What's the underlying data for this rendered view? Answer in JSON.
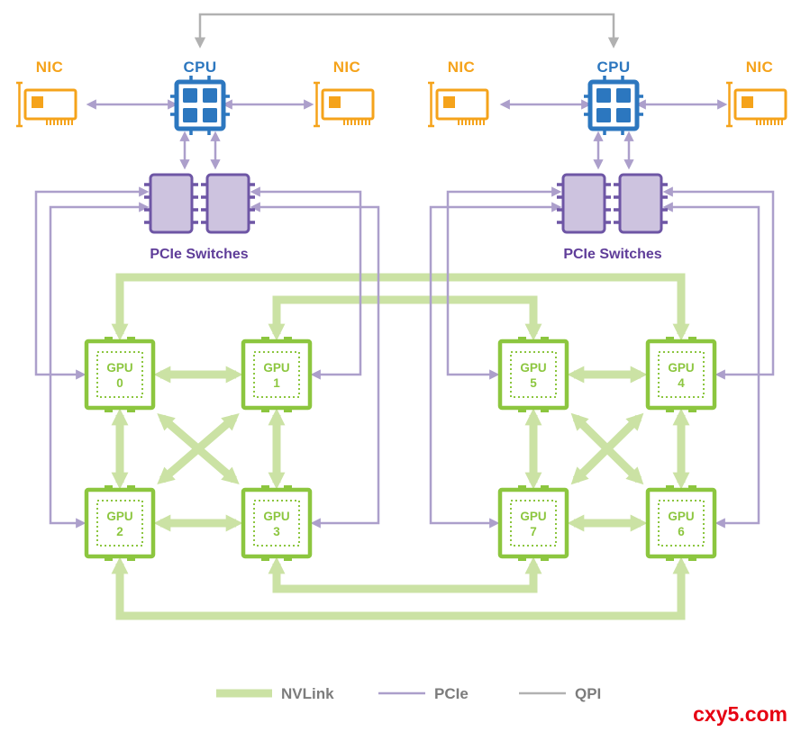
{
  "diagram": {
    "background": "#FFFFFF",
    "nodes": {
      "nics": [
        {
          "label": "NIC"
        },
        {
          "label": "NIC"
        },
        {
          "label": "NIC"
        },
        {
          "label": "NIC"
        }
      ],
      "cpus": [
        {
          "label": "CPU"
        },
        {
          "label": "CPU"
        }
      ],
      "switch_groups": [
        {
          "label": "PCIe Switches",
          "chip_count": 2
        },
        {
          "label": "PCIe Switches",
          "chip_count": 2
        }
      ],
      "gpus": [
        {
          "label": "GPU",
          "number": "0"
        },
        {
          "label": "GPU",
          "number": "1"
        },
        {
          "label": "GPU",
          "number": "2"
        },
        {
          "label": "GPU",
          "number": "3"
        },
        {
          "label": "GPU",
          "number": "4"
        },
        {
          "label": "GPU",
          "number": "5"
        },
        {
          "label": "GPU",
          "number": "6"
        },
        {
          "label": "GPU",
          "number": "7"
        }
      ]
    },
    "connections": {
      "qpi": [
        "CPU0-CPU1"
      ],
      "pcie": [
        "CPU0-NIC0",
        "CPU0-NIC1",
        "CPU1-NIC2",
        "CPU1-NIC3",
        "CPU0-SWITCHES0",
        "CPU0-SWITCHES0",
        "CPU1-SWITCHES1",
        "CPU1-SWITCHES1",
        "SWITCHES0-GPU0",
        "SWITCHES0-GPU1",
        "SWITCHES0-GPU2",
        "SWITCHES0-GPU3",
        "SWITCHES1-GPU4",
        "SWITCHES1-GPU5",
        "SWITCHES1-GPU6",
        "SWITCHES1-GPU7"
      ],
      "nvlink": [
        "GPU0-GPU1",
        "GPU0-GPU2",
        "GPU0-GPU3",
        "GPU1-GPU2",
        "GPU1-GPU3",
        "GPU2-GPU3",
        "GPU4-GPU5",
        "GPU4-GPU6",
        "GPU4-GPU7",
        "GPU5-GPU6",
        "GPU5-GPU7",
        "GPU6-GPU7",
        "GPU0-GPU4",
        "GPU1-GPU5",
        "GPU2-GPU6",
        "GPU3-GPU7"
      ]
    },
    "legend": {
      "items": [
        {
          "label": "NVLink",
          "style": "thick-green"
        },
        {
          "label": "PCIe",
          "style": "thin-purple"
        },
        {
          "label": "QPI",
          "style": "thin-gray"
        }
      ]
    },
    "watermark": "cxy5.com",
    "colors": {
      "background": "#FFFFFF",
      "nic_orange": "#F5A31B",
      "cpu_blue": "#2C77BF",
      "pcie_purple": "#AC9FCB",
      "switch_fill": "#CDC3DF",
      "switch_border": "#6E56A5",
      "switch_label": "#5F3D99",
      "gpu_green": "#8CC63F",
      "nvlink_green": "#CBE2A4",
      "qpi_gray": "#B1B1B1",
      "legend_text": "#7C7C7C",
      "watermark_red": "#E60012"
    }
  }
}
